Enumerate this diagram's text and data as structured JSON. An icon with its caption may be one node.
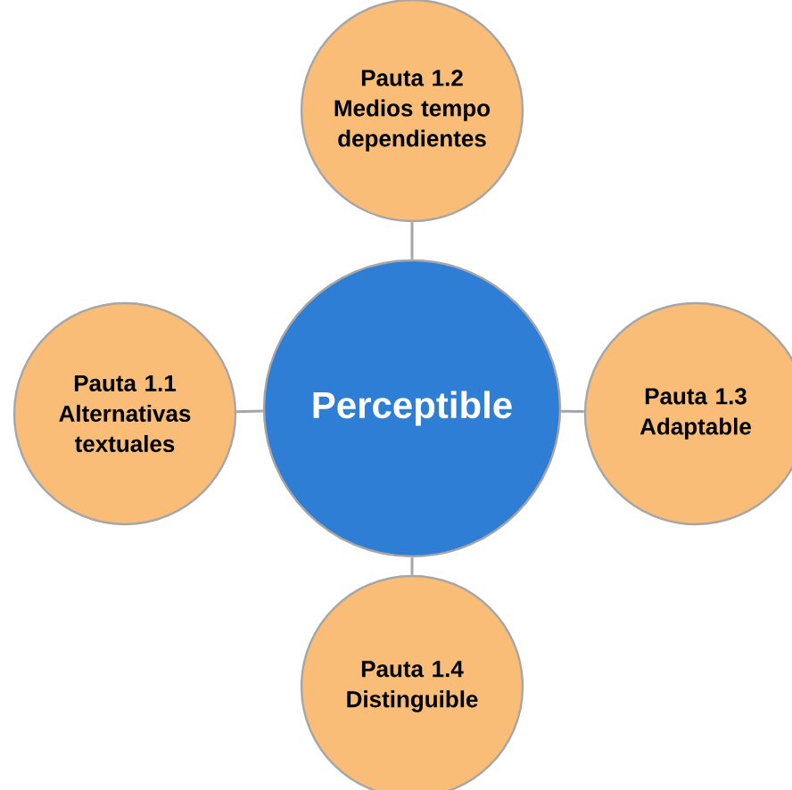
{
  "diagram": {
    "nodes": [
      {
        "text": [
          "Pauta 1.2 Medios tempo dependientes"
        ]
      },
      {
        "text": [
          "Pauta 1.1 Alternativas textuales"
        ]
      },
      {
        "text": [
          "Perceptible"
        ]
      },
      {
        "text": [
          "Pauta 1.3 Adaptable"
        ]
      },
      {
        "text": [
          "Pauta 1.4 Distinguible"
        ]
      }
    ],
    "edges": [
      {
        "from": 2,
        "to": 0,
        "arrow": "none"
      },
      {
        "from": 2,
        "to": 1,
        "arrow": "none"
      },
      {
        "from": 2,
        "to": 3,
        "arrow": "none"
      },
      {
        "from": 2,
        "to": 4,
        "arrow": "none"
      }
    ]
  }
}
